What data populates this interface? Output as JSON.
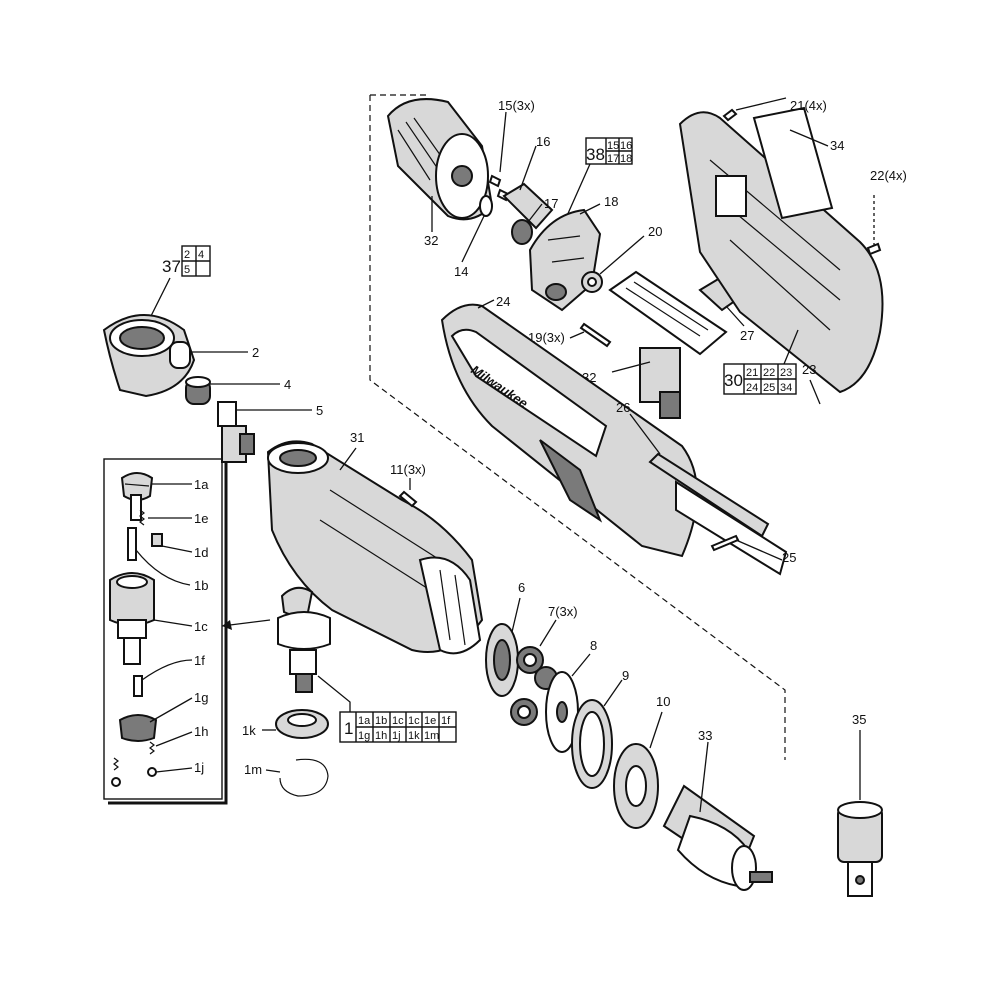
{
  "labels": {
    "p1a": "1a",
    "p1b": "1b",
    "p1c": "1c",
    "p1d": "1d",
    "p1e": "1e",
    "p1f": "1f",
    "p1g": "1g",
    "p1h": "1h",
    "p1j": "1j",
    "p1k": "1k",
    "p1m": "1m",
    "p2": "2",
    "p4": "4",
    "p5": "5",
    "p6": "6",
    "p7": "7(3x)",
    "p8": "8",
    "p9": "9",
    "p10": "10",
    "p11": "11(3x)",
    "p14": "14",
    "p15": "15(3x)",
    "p16": "16",
    "p17": "17",
    "p18": "18",
    "p19": "19(3x)",
    "p20": "20",
    "p21": "21(4x)",
    "p22": "22(4x)",
    "p23": "23",
    "p24": "24",
    "p25": "25",
    "p26": "26",
    "p27": "27",
    "p31": "31",
    "p32a": "32",
    "p32b": "32",
    "p33": "33",
    "p34": "34",
    "p35": "35"
  },
  "kits": {
    "k37": {
      "num": "37",
      "cells": [
        "2",
        "4",
        "5",
        ""
      ]
    },
    "k38": {
      "num": "38",
      "cells": [
        "15",
        "16",
        "17",
        "18"
      ]
    },
    "k30": {
      "num": "30",
      "cells": [
        "21",
        "22",
        "23",
        "24",
        "25",
        "34"
      ]
    },
    "k1": {
      "num": "1",
      "cells": [
        "1a",
        "1b",
        "1c",
        "1c",
        "1e",
        "1f",
        "1g",
        "1h",
        "1j",
        "1k",
        "1m",
        ""
      ]
    }
  },
  "brand_mark": "Milwaukee"
}
